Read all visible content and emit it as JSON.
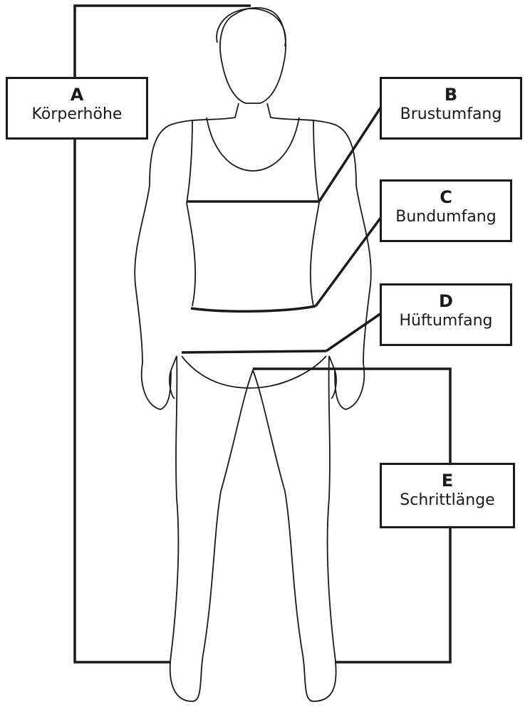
{
  "labels": [
    {
      "letter": "A",
      "text": "Körperhöhe"
    },
    {
      "letter": "B",
      "text": "Brustumfang"
    },
    {
      "letter": "C",
      "text": "Bundumfang"
    },
    {
      "letter": "D",
      "text": "Hüftumfang"
    },
    {
      "letter": "E",
      "text": "Schrittlänge"
    }
  ],
  "colors": {
    "line": "#1a1a1a"
  }
}
